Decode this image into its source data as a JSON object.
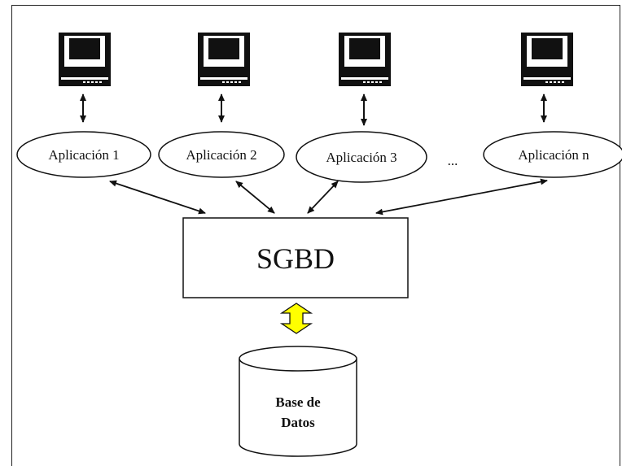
{
  "applications": [
    {
      "label": "Aplicación 1"
    },
    {
      "label": "Aplicación 2"
    },
    {
      "label": "Aplicación 3"
    },
    {
      "label": "Aplicación n"
    }
  ],
  "ellipsis": "...",
  "sgbd": {
    "label": "SGBD"
  },
  "database": {
    "line1": "Base de",
    "line2": "Datos"
  },
  "icons": {
    "terminal": "computer-terminal-icon",
    "transfer": "double-arrow-icon"
  },
  "colors": {
    "lines": "#111111",
    "transfer_arrow_fill": "#ffff00",
    "background": "#ffffff"
  }
}
